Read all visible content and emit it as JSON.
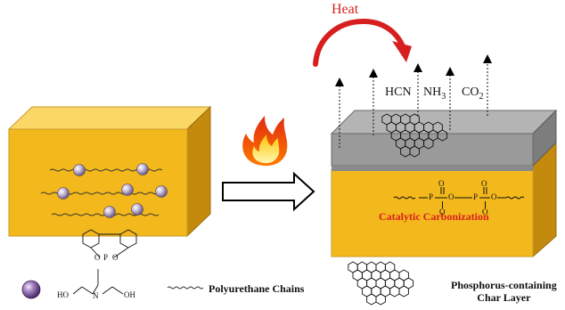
{
  "labels": {
    "heat": "Heat",
    "gas_hcn": "HCN",
    "gas_nh3": "NH",
    "gas_nh3_sub": "3",
    "gas_co2": "CO",
    "gas_co2_sub": "2",
    "catalytic": "Catalytic Carbonization",
    "legend_chains": "Polyurethane Chains",
    "legend_char_line1": "Phosphorus-containing",
    "legend_char_line2": "Char Layer"
  },
  "chem": {
    "o": "O",
    "p": "P",
    "n": "N",
    "ho": "HO",
    "oh": "OH"
  },
  "colors": {
    "block_front": "#f3b81c",
    "block_top": "#fbd865",
    "block_side": "#c48a0e",
    "char_layer": "#9a9a9a",
    "heat_red": "#d81f1f",
    "sphere": "#8e7aa8"
  }
}
